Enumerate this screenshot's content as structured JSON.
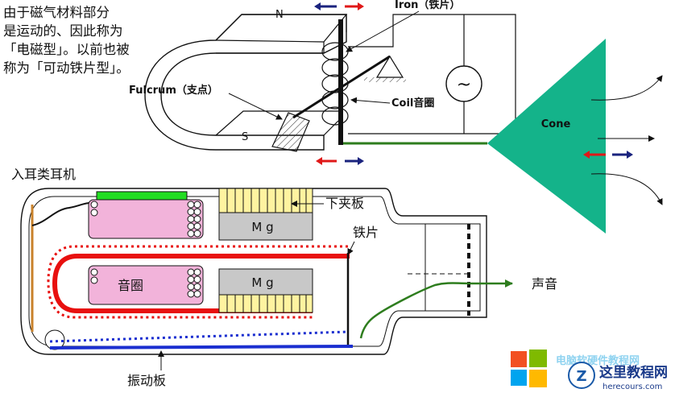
{
  "intro_lines": [
    "由于磁气材料部分",
    "是运动的、因此称为",
    "「电磁型」。以前也被",
    "称为「可动铁片型」。"
  ],
  "labels": {
    "north": "N",
    "south": "S",
    "iron": "Iron（铁片）",
    "fulcrum": "Fulcrum（支点）",
    "coil": "Coil音圈",
    "cone": "Cone",
    "earphone_title": "入耳类耳机",
    "lower_plate": "下夹板",
    "iron_piece": "铁片",
    "magnet_top": "M g",
    "magnet_bottom": "M g",
    "voice_coil": "音圈",
    "sound": "声音",
    "diaphragm": "振动板",
    "ac_source_symbol": "~"
  },
  "watermark": {
    "top_text": "电脑软硬件教程网",
    "main_text": "这里教程网",
    "url": "herecours.com",
    "logo_letter": "Z"
  },
  "colors": {
    "cone": "#14b38a",
    "red_arrow": "#e01818",
    "blue_arrow": "#1a237e",
    "green_wire": "#2e7d1e",
    "red_plate": "#e8100f",
    "blue_plate": "#1b2fd0",
    "pink_coil": "#f2b3da",
    "yellow_plate": "#fff3a0",
    "magnet_gray": "#c8c8c8",
    "bright_green": "#22dd22",
    "orange_bar": "#c9822b"
  }
}
